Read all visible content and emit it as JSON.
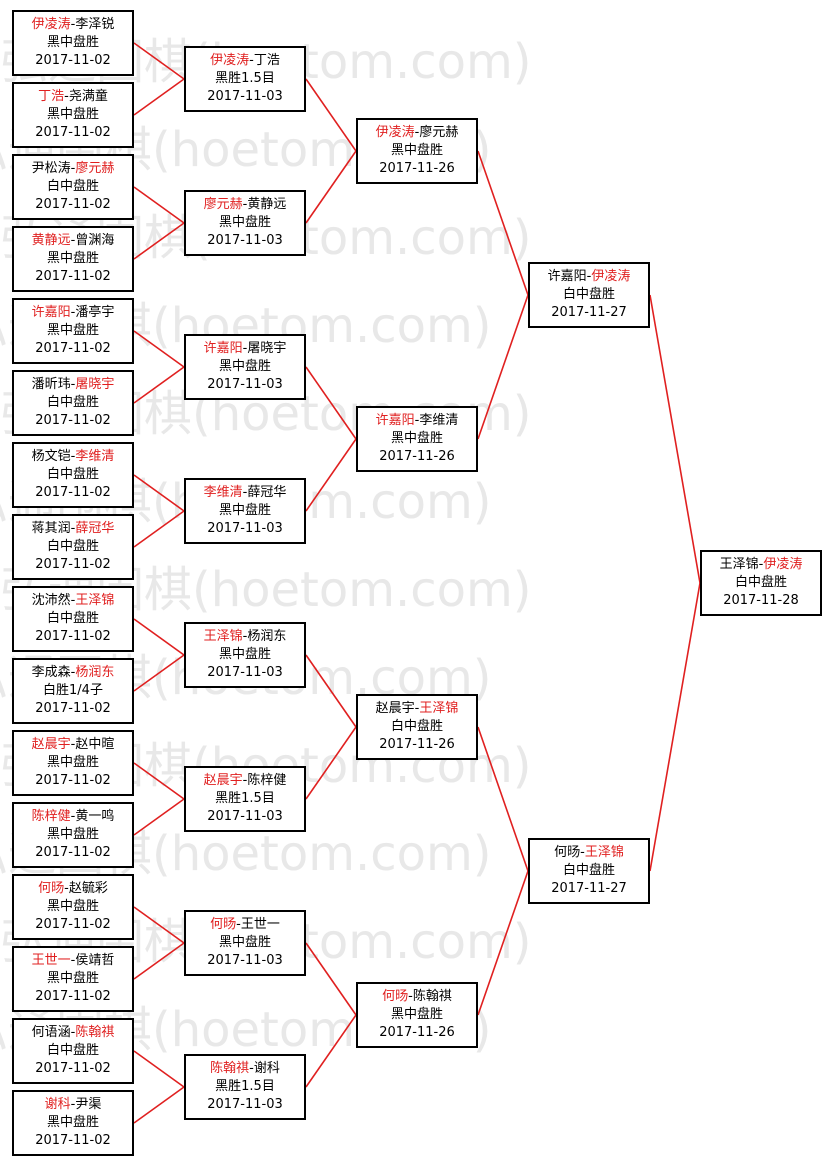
{
  "watermark_text": "弘通围棋(hoetom.com)",
  "colors": {
    "winner": "#e02020",
    "line": "#e02020",
    "border": "#000000",
    "watermark": "#e8e8e8"
  },
  "rounds": [
    [
      {
        "p1": "伊凌涛",
        "p2": "李泽锐",
        "winner": 1,
        "result": "黑中盘胜",
        "date": "2017-11-02"
      },
      {
        "p1": "丁浩",
        "p2": "尧满童",
        "winner": 1,
        "result": "黑中盘胜",
        "date": "2017-11-02"
      },
      {
        "p1": "尹松涛",
        "p2": "廖元赫",
        "winner": 2,
        "result": "白中盘胜",
        "date": "2017-11-02"
      },
      {
        "p1": "黄静远",
        "p2": "曾渊海",
        "winner": 1,
        "result": "黑中盘胜",
        "date": "2017-11-02"
      },
      {
        "p1": "许嘉阳",
        "p2": "潘亭宇",
        "winner": 1,
        "result": "黑中盘胜",
        "date": "2017-11-02"
      },
      {
        "p1": "潘昕玮",
        "p2": "屠晓宇",
        "winner": 2,
        "result": "白中盘胜",
        "date": "2017-11-02"
      },
      {
        "p1": "杨文铠",
        "p2": "李维清",
        "winner": 2,
        "result": "白中盘胜",
        "date": "2017-11-02"
      },
      {
        "p1": "蒋其润",
        "p2": "薛冠华",
        "winner": 2,
        "result": "白中盘胜",
        "date": "2017-11-02"
      },
      {
        "p1": "沈沛然",
        "p2": "王泽锦",
        "winner": 2,
        "result": "白中盘胜",
        "date": "2017-11-02"
      },
      {
        "p1": "李成森",
        "p2": "杨润东",
        "winner": 2,
        "result": "白胜1/4子",
        "date": "2017-11-02"
      },
      {
        "p1": "赵晨宇",
        "p2": "赵中暄",
        "winner": 1,
        "result": "黑中盘胜",
        "date": "2017-11-02"
      },
      {
        "p1": "陈梓健",
        "p2": "黄一鸣",
        "winner": 1,
        "result": "黑中盘胜",
        "date": "2017-11-02"
      },
      {
        "p1": "何旸",
        "p2": "赵毓彩",
        "winner": 1,
        "result": "黑中盘胜",
        "date": "2017-11-02"
      },
      {
        "p1": "王世一",
        "p2": "侯靖哲",
        "winner": 1,
        "result": "黑中盘胜",
        "date": "2017-11-02"
      },
      {
        "p1": "何语涵",
        "p2": "陈翰祺",
        "winner": 2,
        "result": "白中盘胜",
        "date": "2017-11-02"
      },
      {
        "p1": "谢科",
        "p2": "尹渠",
        "winner": 1,
        "result": "黑中盘胜",
        "date": "2017-11-02"
      }
    ],
    [
      {
        "p1": "伊凌涛",
        "p2": "丁浩",
        "winner": 1,
        "result": "黑胜1.5目",
        "date": "2017-11-03"
      },
      {
        "p1": "廖元赫",
        "p2": "黄静远",
        "winner": 1,
        "result": "黑中盘胜",
        "date": "2017-11-03"
      },
      {
        "p1": "许嘉阳",
        "p2": "屠晓宇",
        "winner": 1,
        "result": "黑中盘胜",
        "date": "2017-11-03"
      },
      {
        "p1": "李维清",
        "p2": "薛冠华",
        "winner": 1,
        "result": "黑中盘胜",
        "date": "2017-11-03"
      },
      {
        "p1": "王泽锦",
        "p2": "杨润东",
        "winner": 1,
        "result": "黑中盘胜",
        "date": "2017-11-03"
      },
      {
        "p1": "赵晨宇",
        "p2": "陈梓健",
        "winner": 1,
        "result": "黑胜1.5目",
        "date": "2017-11-03"
      },
      {
        "p1": "何旸",
        "p2": "王世一",
        "winner": 1,
        "result": "黑中盘胜",
        "date": "2017-11-03"
      },
      {
        "p1": "陈翰祺",
        "p2": "谢科",
        "winner": 1,
        "result": "黑胜1.5目",
        "date": "2017-11-03"
      }
    ],
    [
      {
        "p1": "伊凌涛",
        "p2": "廖元赫",
        "winner": 1,
        "result": "黑中盘胜",
        "date": "2017-11-26"
      },
      {
        "p1": "许嘉阳",
        "p2": "李维清",
        "winner": 1,
        "result": "黑中盘胜",
        "date": "2017-11-26"
      },
      {
        "p1": "赵晨宇",
        "p2": "王泽锦",
        "winner": 2,
        "result": "白中盘胜",
        "date": "2017-11-26"
      },
      {
        "p1": "何旸",
        "p2": "陈翰祺",
        "winner": 1,
        "result": "黑中盘胜",
        "date": "2017-11-26"
      }
    ],
    [
      {
        "p1": "许嘉阳",
        "p2": "伊凌涛",
        "winner": 2,
        "result": "白中盘胜",
        "date": "2017-11-27"
      },
      {
        "p1": "何旸",
        "p2": "王泽锦",
        "winner": 2,
        "result": "白中盘胜",
        "date": "2017-11-27"
      }
    ],
    [
      {
        "p1": "王泽锦",
        "p2": "伊凌涛",
        "winner": 2,
        "result": "白中盘胜",
        "date": "2017-11-28"
      }
    ]
  ]
}
